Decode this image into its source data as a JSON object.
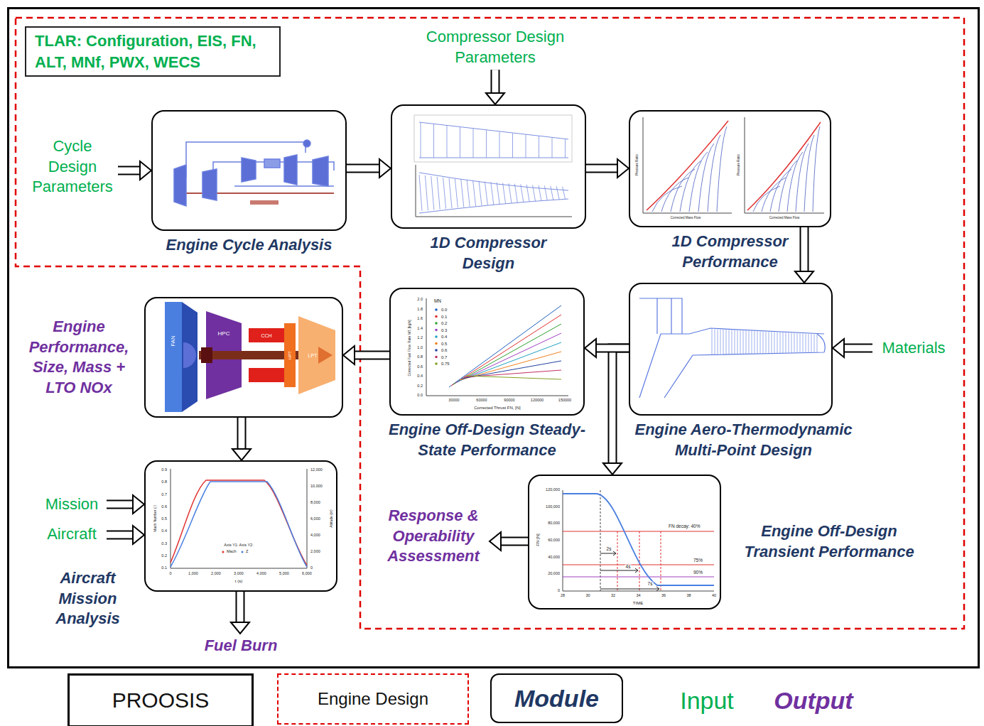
{
  "diagram": {
    "nodes": [
      {
        "text": [
          "TLAR: Configuration, EIS, FN, ALT, MNf, PWX, WECS"
        ]
      },
      {
        "text": [
          "Cycle Design Parameters"
        ]
      },
      {
        "text": [
          "Compressor Design Parameters"
        ]
      },
      {
        "text": [
          "Engine Cycle Analysis"
        ]
      },
      {
        "text": [
          "1D Compressor Design"
        ]
      },
      {
        "text": [
          "1D Compressor Performance"
        ]
      },
      {
        "text": [
          "Engine Performance, Size, Mass + LTO NOx"
        ]
      },
      {
        "text": [
          "Engine Off-Design Steady-State Performance"
        ]
      },
      {
        "text": [
          "Engine Aero-Thermodynamic Multi-Point Design"
        ]
      },
      {
        "text": [
          "Materials"
        ]
      },
      {
        "text": [
          "Mission"
        ]
      },
      {
        "text": [
          "Aircraft"
        ]
      },
      {
        "text": [
          "Aircraft Mission Analysis"
        ]
      },
      {
        "text": [
          "Response & Operability Assessment"
        ]
      },
      {
        "text": [
          "Engine Off-Design Transient Performance"
        ]
      },
      {
        "text": [
          "Fuel Burn"
        ]
      }
    ],
    "edges": [
      {
        "from": 1,
        "to": 3,
        "arrow": "to"
      },
      {
        "from": 2,
        "to": 4,
        "arrow": "to"
      },
      {
        "from": 3,
        "to": 4,
        "arrow": "to"
      },
      {
        "from": 4,
        "to": 5,
        "arrow": "to"
      },
      {
        "from": 5,
        "to": 8,
        "arrow": "to"
      },
      {
        "from": 9,
        "to": 8,
        "arrow": "to"
      },
      {
        "from": 8,
        "to": 7,
        "arrow": "to"
      },
      {
        "from": 8,
        "to": 14,
        "arrow": "to"
      },
      {
        "from": 14,
        "to": 13,
        "arrow": "to"
      },
      {
        "from": 7,
        "to": 6,
        "arrow": "to"
      },
      {
        "from": 6,
        "to": 12,
        "arrow": "to"
      },
      {
        "from": 10,
        "to": 12,
        "arrow": "to"
      },
      {
        "from": 11,
        "to": 12,
        "arrow": "to"
      },
      {
        "from": 12,
        "to": 15,
        "arrow": "to"
      }
    ],
    "labels": [
      "FAN",
      "HPC",
      "CCH",
      "HPT",
      "LPT",
      "MN",
      "0.0",
      "0.1",
      "0.2",
      "0.3",
      "0.4",
      "0.5",
      "0.6",
      "0.7",
      "0.75",
      "2.0",
      "1.8",
      "1.6",
      "1.4",
      "1.2",
      "1.0",
      "0.8",
      "0.6",
      "0.4",
      "0.2",
      "0.0",
      "Corrected Fuel Flow Rate Wf, [kg/s]",
      "30000",
      "60000",
      "90000",
      "120000",
      "150000",
      "Corrected Thrust FN, [N]",
      "120,000",
      "100,000",
      "80,000",
      "60,000",
      "40,000",
      "20,000",
      "0",
      "FN [N]",
      "28",
      "30",
      "32",
      "34",
      "36",
      "38",
      "40",
      "TIME",
      "FN decay: 40%",
      "75%",
      "90%",
      "2s",
      "4s",
      "7s",
      "0.9",
      "0.8",
      "0.7",
      "0.6",
      "0.5",
      "0.4",
      "0.3",
      "0.2",
      "0.1",
      "12,000",
      "10,000",
      "8,000",
      "6,000",
      "4,000",
      "2,000",
      "0",
      "Mach Number (-)",
      "Altitude (m)",
      "0",
      "1,000",
      "2,000",
      "3,000",
      "4,000",
      "5,000",
      "6,000",
      "t (s)",
      "Axis Y1: Axis Y2:",
      "Mach",
      "Z",
      "Corrected Mass Flow",
      "Pressure Ratio",
      "Corrected Mass Flow",
      "Pressure Ratio"
    ],
    "legend": [
      {
        "text": "PROOSIS"
      },
      {
        "text": "Engine Design"
      },
      {
        "text": "Module"
      },
      {
        "text": "Input",
        "color": "#00b050"
      },
      {
        "text": "Output",
        "color": "#7030a0"
      }
    ]
  }
}
